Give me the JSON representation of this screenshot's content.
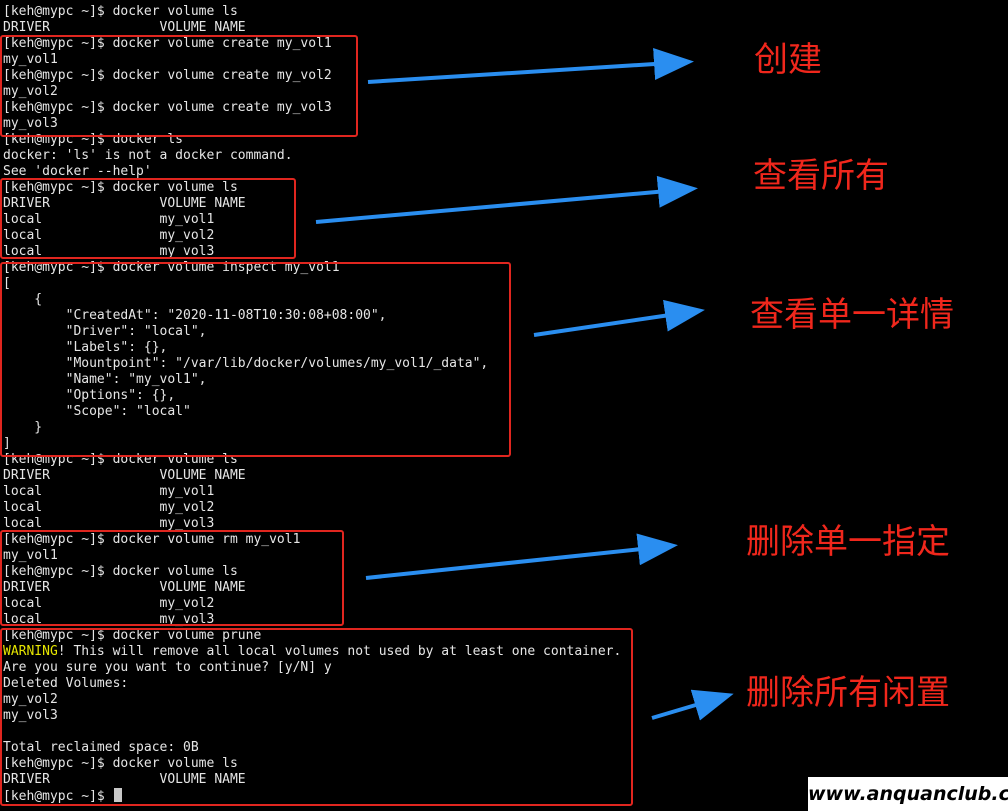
{
  "terminal": {
    "lines": [
      "[keh@mypc ~]$ docker volume ls",
      "DRIVER              VOLUME NAME",
      "[keh@mypc ~]$ docker volume create my_vol1",
      "my_vol1",
      "[keh@mypc ~]$ docker volume create my_vol2",
      "my_vol2",
      "[keh@mypc ~]$ docker volume create my_vol3",
      "my_vol3",
      "[keh@mypc ~]$ docker ls",
      "docker: 'ls' is not a docker command.",
      "See 'docker --help'",
      "[keh@mypc ~]$ docker volume ls",
      "DRIVER              VOLUME NAME",
      "local               my_vol1",
      "local               my_vol2",
      "local               my_vol3",
      "[keh@mypc ~]$ docker volume inspect my_vol1",
      "[",
      "    {",
      "        \"CreatedAt\": \"2020-11-08T10:30:08+08:00\",",
      "        \"Driver\": \"local\",",
      "        \"Labels\": {},",
      "        \"Mountpoint\": \"/var/lib/docker/volumes/my_vol1/_data\",",
      "        \"Name\": \"my_vol1\",",
      "        \"Options\": {},",
      "        \"Scope\": \"local\"",
      "    }",
      "]",
      "[keh@mypc ~]$ docker volume ls",
      "DRIVER              VOLUME NAME",
      "local               my_vol1",
      "local               my_vol2",
      "local               my_vol3",
      "[keh@mypc ~]$ docker volume rm my_vol1",
      "my_vol1",
      "[keh@mypc ~]$ docker volume ls",
      "DRIVER              VOLUME NAME",
      "local               my_vol2",
      "local               my_vol3",
      "[keh@mypc ~]$ docker volume prune",
      "! This will remove all local volumes not used by at least one container.",
      "Are you sure you want to continue? [y/N] y",
      "Deleted Volumes:",
      "my_vol2",
      "my_vol3",
      "",
      "Total reclaimed space: 0B",
      "[keh@mypc ~]$ docker volume ls",
      "DRIVER              VOLUME NAME",
      "[keh@mypc ~]$ "
    ],
    "warning_word": "WARNING"
  },
  "annotations": {
    "create": "创建",
    "list_all": "查看所有",
    "inspect_one": "查看单一详情",
    "remove_one": "删除单一指定",
    "prune": "删除所有闲置"
  },
  "watermark": "www.anquanclub.cn",
  "colors": {
    "background": "#000000",
    "text": "#e6e6e6",
    "warning": "#e5e500",
    "annotation": "#f0271c",
    "arrow": "#2a8ef0"
  }
}
